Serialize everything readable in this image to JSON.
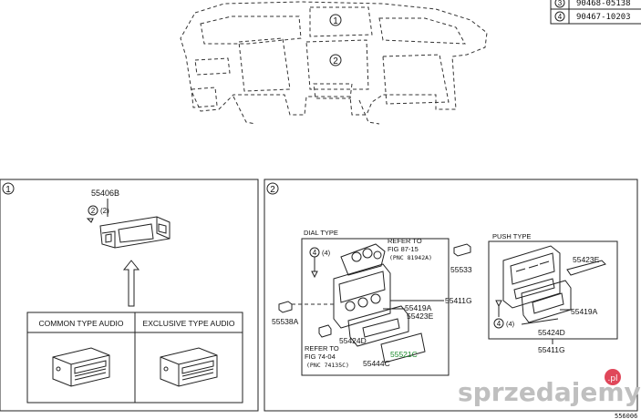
{
  "bolt_table": [
    {
      "num": "3",
      "part": "90468-05138"
    },
    {
      "num": "4",
      "part": "90467-10203"
    }
  ],
  "overview": {
    "label_1": "1",
    "label_2": "2"
  },
  "panel1": {
    "num": "1",
    "part_55406B": "55406B",
    "callout_2": "2",
    "callout_2_qty": "(2)",
    "table_left": "COMMON TYPE AUDIO",
    "table_right": "EXCLUSIVE TYPE AUDIO"
  },
  "panel2": {
    "num": "2",
    "dial_type": "DIAL TYPE",
    "push_type": "PUSH TYPE",
    "refer1_l1": "REFER TO",
    "refer1_l2": "FIG 87-15",
    "refer1_l3": "(PNC 81942A)",
    "refer2_l1": "REFER TO",
    "refer2_l2": "FIG 74-04",
    "refer2_l3": "(PNC 74135C)",
    "callout_4": "4",
    "callout_4_qty": "(4)",
    "p55533": "55533",
    "p55419A": "55419A",
    "p55423E": "55423E",
    "p55411G": "55411G",
    "p55538A": "55538A",
    "p55424D": "55424D",
    "p55521C": "55521C",
    "p55444C": "55444C",
    "push_55423E": "55423E",
    "push_55419A": "55419A",
    "push_callout_4": "4",
    "push_callout_4_qty": "(4)",
    "push_55424D": "55424D",
    "push_55411G": "55411G"
  },
  "watermark": "sprzedajemy",
  "watermark_tld": ".pl",
  "figure_code": "556006",
  "colors": {
    "green_part": "#1a8a2a",
    "watermark": "#bfbfbf",
    "watermark_badge": "#e0475a"
  }
}
